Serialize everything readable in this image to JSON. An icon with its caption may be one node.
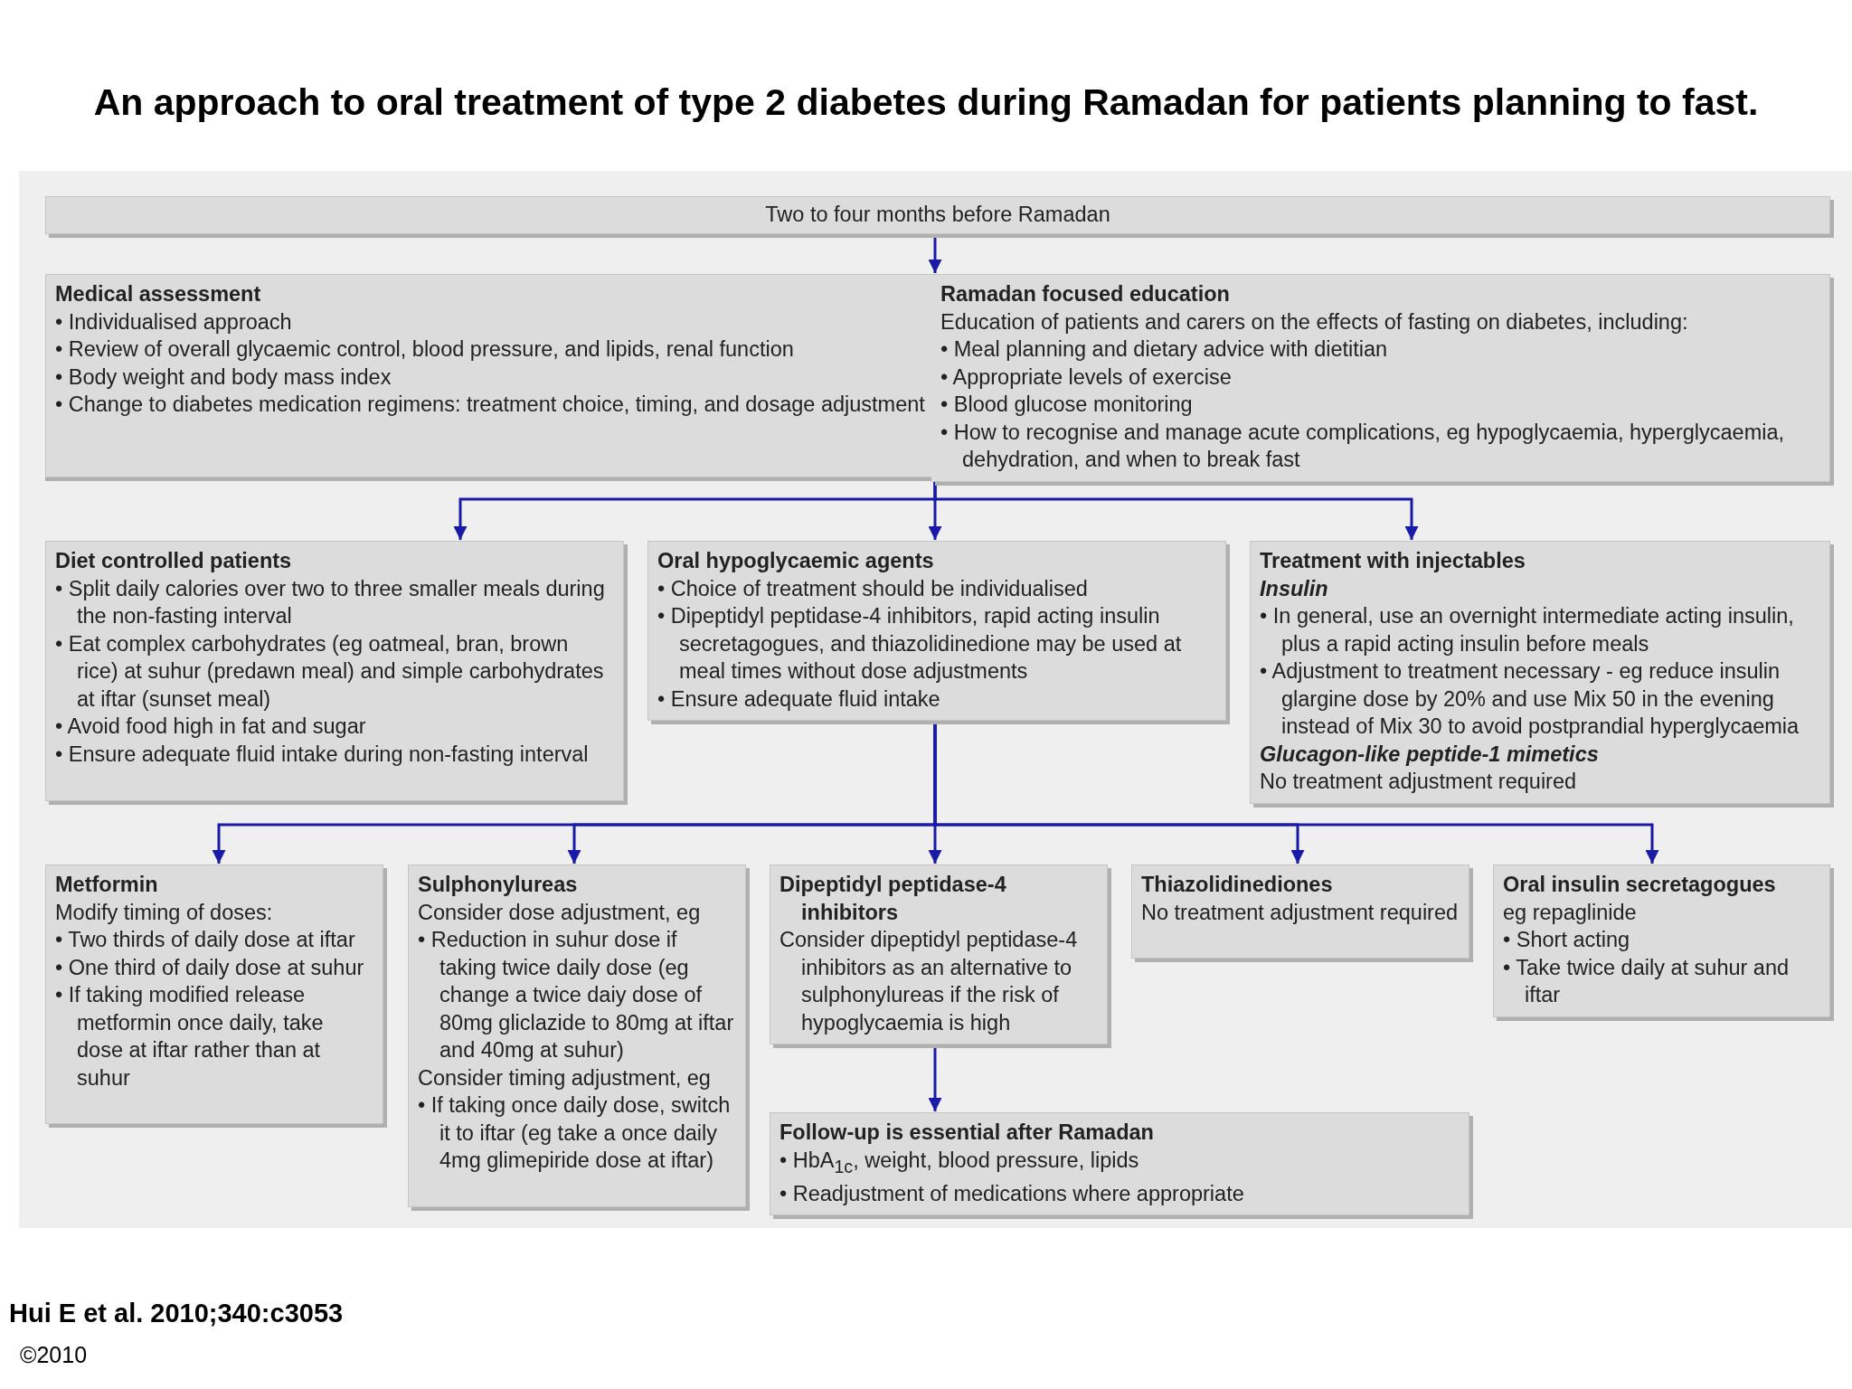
{
  "diagram": {
    "title": "An approach to oral treatment of type 2 diabetes during Ramadan for patients planning to fast.",
    "nodes": [
      {
        "text": [
          "Two to four months before Ramadan"
        ]
      },
      {
        "text": [
          "Medical assessment",
          "• Individualised approach",
          "• Review of overall glycaemic control, blood pressure, and lipids, renal function",
          "• Body weight and body mass index",
          "• Change to diabetes medication regimens:  treatment choice, timing, and dosage adjustment"
        ]
      },
      {
        "text": [
          "Ramadan focused education",
          "Education of  patients and carers on the effects of fasting on diabetes, including:",
          "• Meal planning and dietary advice with dietitian",
          "• Appropriate levels of exercise",
          "• Blood glucose monitoring",
          "• How to recognise and manage acute complications, eg hypoglycaemia, hyperglycaemia, dehydration, and when to break fast"
        ]
      },
      {
        "text": [
          "Diet controlled patients",
          "• Split daily calories over two to three smaller meals during the non-fasting interval",
          "• Eat complex carbohydrates (eg oatmeal, bran, brown rice) at suhur (predawn meal) and simple carbohydrates at iftar (sunset meal)",
          "• Avoid food high in fat and sugar",
          "• Ensure adequate fluid intake during non-fasting interval"
        ]
      },
      {
        "text": [
          "Oral hypoglycaemic agents",
          "• Choice of treatment should be individualised",
          "• Dipeptidyl peptidase-4 inhibitors, rapid acting insulin secretagogues, and thiazolidinedione may be used at meal times without dose adjustments",
          "• Ensure adequate fluid intake"
        ]
      },
      {
        "text": [
          "Treatment with injectables",
          "Insulin",
          "• In general, use an overnight intermediate acting insulin, plus a rapid acting insulin before meals",
          "• Adjustment to treatment necessary - eg reduce insulin glargine dose by 20% and use Mix 50 in the evening instead of Mix 30 to avoid postprandial hyperglycaemia",
          "Glucagon-like peptide-1 mimetics",
          "No treatment adjustment required"
        ]
      },
      {
        "text": [
          "Metformin",
          "Modify timing of doses:",
          "• Two thirds of daily dose at iftar",
          "• One third of daily dose at suhur",
          "• If taking modified release metformin once daily, take dose at iftar rather than at suhur"
        ]
      },
      {
        "text": [
          "Sulphonylureas",
          "Consider dose adjustment, eg",
          "• Reduction in suhur dose if taking twice daily dose (eg change a twice daiy dose of 80mg gliclazide to 80mg at iftar and 40mg at suhur)",
          "Consider timing adjustment, eg",
          "• If taking once daily dose, switch it to iftar (eg take a once daily 4mg glimepiride dose at iftar)"
        ]
      },
      {
        "text": [
          "Dipeptidyl peptidase-4 inhibitors",
          "Consider dipeptidyl peptidase-4 inhibitors as an alternative to sulphonylureas if the risk of hypoglycaemia is high"
        ]
      },
      {
        "text": [
          "Thiazolidinediones",
          "No treatment adjustment required"
        ]
      },
      {
        "text": [
          "Oral insulin secretagogues",
          "eg repaglinide",
          "• Short acting",
          "• Take twice daily at suhur and iftar"
        ]
      },
      {
        "text": [
          "Follow-up is essential after Ramadan",
          "• HbA$_{1c}$, weight, blood pressure, lipids",
          "• Readjustment of medications where appropriate"
        ]
      }
    ],
    "edges": [
      {
        "from": 0,
        "to": 2,
        "arrow": "to"
      },
      {
        "from": 2,
        "to": 3,
        "arrow": "to"
      },
      {
        "from": 2,
        "to": 4,
        "arrow": "to"
      },
      {
        "from": 2,
        "to": 5,
        "arrow": "to"
      },
      {
        "from": 4,
        "to": 6,
        "arrow": "to"
      },
      {
        "from": 4,
        "to": 7,
        "arrow": "to"
      },
      {
        "from": 4,
        "to": 8,
        "arrow": "to"
      },
      {
        "from": 4,
        "to": 9,
        "arrow": "to"
      },
      {
        "from": 4,
        "to": 10,
        "arrow": "to"
      },
      {
        "from": 8,
        "to": 11,
        "arrow": "to"
      }
    ],
    "labels": [
      "Hui E et al. 2010;340:c3053",
      "©2010"
    ]
  }
}
